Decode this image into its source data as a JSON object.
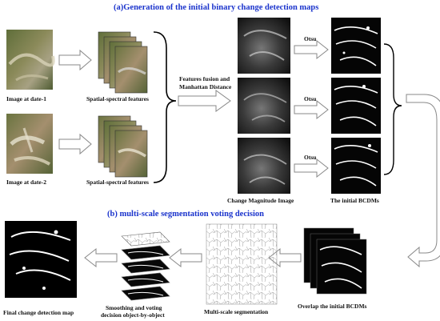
{
  "diagram": {
    "title_a": "(a)Generation of the initial binary change detection maps",
    "title_b": "(b) multi-scale segmentation voting decision",
    "labels": {
      "image_date1": "Image at date-1",
      "image_date2": "Image at date-2",
      "spatial_spectral_1": "Spatial-spectral features",
      "spatial_spectral_2": "Spatial-spectral features",
      "fusion_line1": "Features fusion and",
      "fusion_line2": "Manhattan Distance",
      "otsu_1": "Otsu",
      "otsu_2": "Otsu",
      "otsu_3": "Otsu",
      "change_magnitude": "Change Magnitude Image",
      "initial_bcdms": "The initial BCDMs",
      "overlap_bcdms": "Overlap the initial BCDMs",
      "multiscale_seg": "Multi-scale segmentation",
      "smoothing_line1": "Smoothing and voting",
      "smoothing_line2": "decision object-by-object",
      "final_map": "Final change detection map"
    },
    "colors": {
      "title": "#1a33cc",
      "text": "#111111",
      "arrow_stroke": "#888888",
      "arrow_fill": "#ffffff",
      "bracket": "#000000"
    }
  }
}
